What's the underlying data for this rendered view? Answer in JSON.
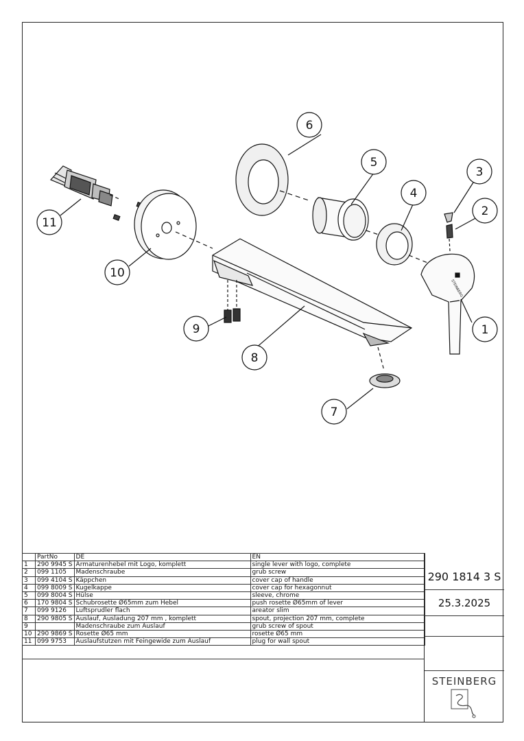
{
  "callouts": [
    "1",
    "2",
    "3",
    "4",
    "5",
    "6",
    "7",
    "8",
    "9",
    "10",
    "11"
  ],
  "parts_table": {
    "headers": [
      "",
      "PartNo",
      "DE",
      "EN"
    ],
    "rows": [
      [
        "1",
        "290 9945 S",
        "Armaturenhebel mit Logo, komplett",
        "single lever with logo, complete"
      ],
      [
        "2",
        "099 1105",
        "Madenschraube",
        "grub screw"
      ],
      [
        "3",
        "099 4104 S",
        "Käppchen",
        "cover cap of handle"
      ],
      [
        "4",
        "099 8009 S",
        "Kugelkappe",
        "cover cap for hexagonnut"
      ],
      [
        "5",
        "099 8004 S",
        "Hülse",
        "sleeve, chrome"
      ],
      [
        "6",
        "170 9804 S",
        "Schubrosette Ø65mm zum Hebel",
        "push rosette Ø65mm of lever"
      ],
      [
        "7",
        "099 9126",
        "Luftsprudler flach",
        "areator slim"
      ],
      [
        "8",
        "290 9805 S",
        "Auslauf, Ausladung 207 mm , komplett",
        "spout, projection 207 mm, complete"
      ],
      [
        "9",
        "",
        "Madenschraube zum Auslauf",
        "grub screw of spout"
      ],
      [
        "10",
        "290 9869 S",
        "Rosette Ø65 mm",
        "rosette Ø65 mm"
      ],
      [
        "11",
        "099 9753",
        "Auslaufstutzen mit Feingewide zum Auslauf",
        "plug for wall spout"
      ]
    ]
  },
  "title_block": {
    "article_number": "290 1814 3 S",
    "date": "25.3.2025",
    "brand": "STEINBERG"
  }
}
